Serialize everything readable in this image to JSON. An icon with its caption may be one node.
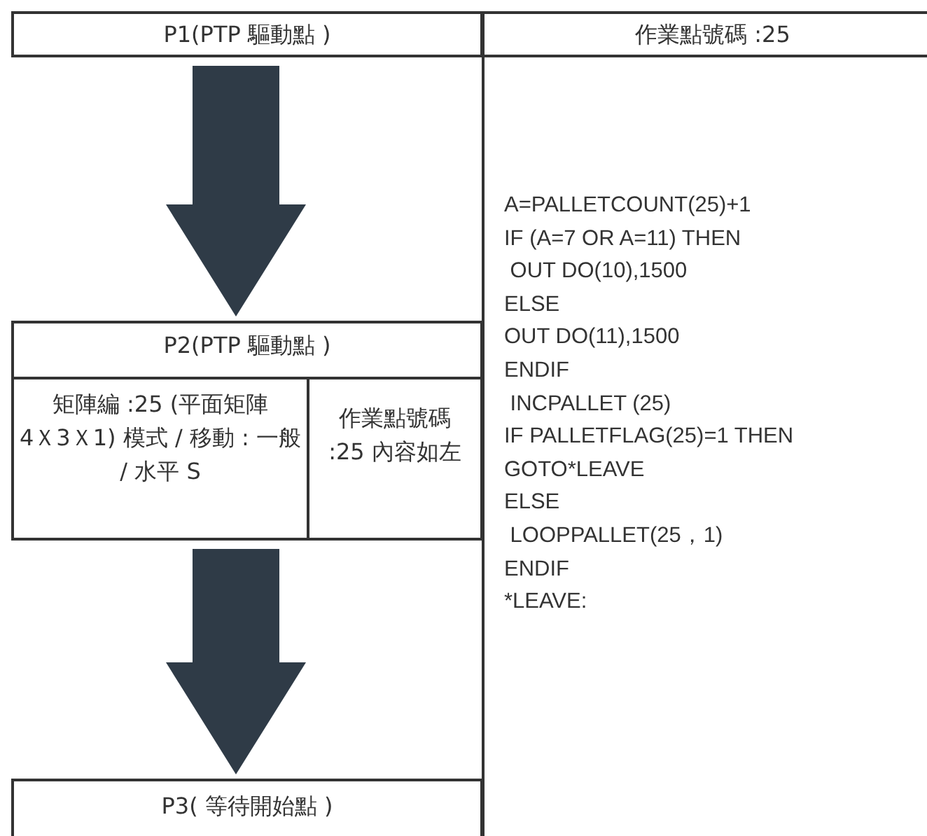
{
  "diagram": {
    "nodes": [
      {
        "text": [
          "P1(PTP 驅動點 )"
        ]
      },
      {
        "text": [
          "P2(PTP 驅動點 )"
        ]
      },
      {
        "text": [
          "矩陣編 :25 (平面矩陣 4Ｘ3Ｘ1) 模式 / 移動 : 一般 / 水平 S"
        ],
        "in": 1
      },
      {
        "text": [
          "作業點號碼 :25 內容如左"
        ],
        "in": 1
      },
      {
        "text": [
          "P3( 等待開始點 )"
        ]
      },
      {
        "text": [
          "作業點號碼 :25"
        ]
      }
    ],
    "edges": [
      {
        "from": 0,
        "to": 1,
        "arrow": "to"
      },
      {
        "from": 1,
        "to": 4,
        "arrow": "to"
      }
    ],
    "labels": [
      "A=PALLETCOUNT(25)+1",
      "IF (A=7 OR A=11) THEN",
      " OUT DO(10),1500",
      "ELSE",
      "OUT DO(11),1500",
      "ENDIF",
      " INCPALLET (25)",
      "IF PALLETFLAG(25)=1 THEN",
      "GOTO*LEAVE",
      "ELSE",
      " LOOPPALLET(25，1)",
      "ENDIF",
      "*LEAVE:"
    ]
  }
}
